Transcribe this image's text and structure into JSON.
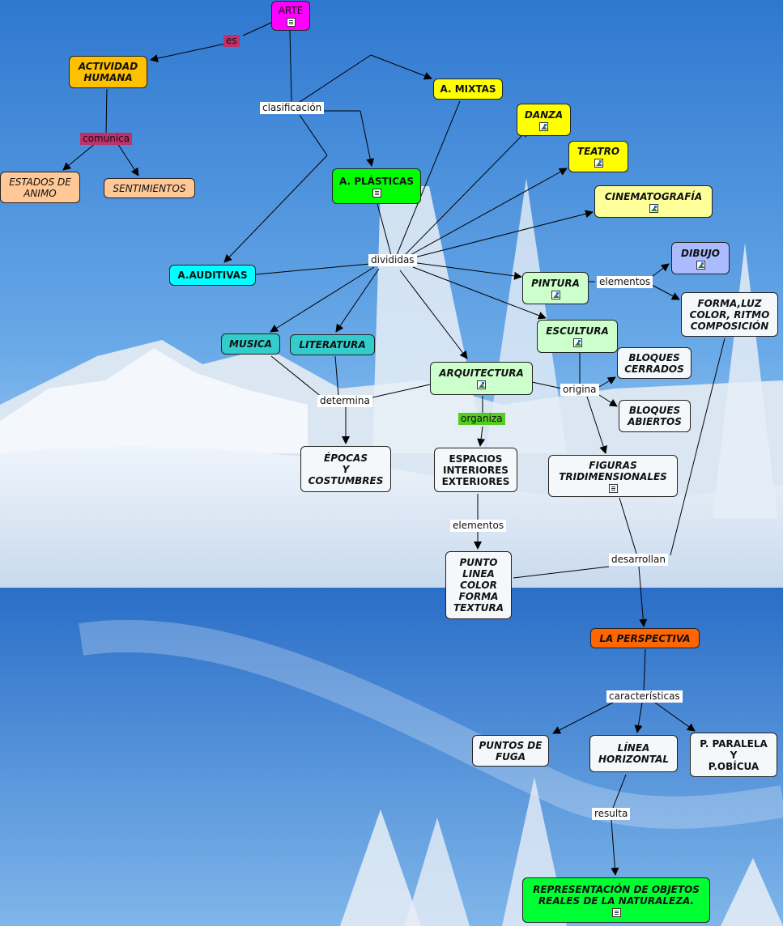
{
  "nodes": {
    "arte": "ARTE",
    "actividad": "ACTIVIDAD\nHUMANA",
    "estados": "ESTADOS DE\nANIMO",
    "sentimientos": "SENTIMIENTOS",
    "mixtas": "A. MIXTAS",
    "danza": "DANZA",
    "teatro": "TEATRO",
    "plasticas": "A. PLÁSTICAS",
    "cinematografia": "CINEMATOGRAFÍA",
    "auditivas": "A.AUDITIVAS",
    "dibujo": "DIBUJO",
    "pintura": "PINTURA",
    "forma_luz": "FORMA,LUZ\nCOLOR, RITMO\nCOMPOSICIÓN",
    "escultura": "ESCULTURA",
    "musica": "MUSICA",
    "literatura": "LITERATURA",
    "arquitectura": "ARQUITECTURA",
    "bloques_cerrados": "BLOQUES\nCERRADOS",
    "bloques_abiertos": "BLOQUES\nABIERTOS",
    "epocas": "ÉPOCAS\nY\nCOSTUMBRES",
    "espacios": "ESPACIOS\nINTERIORES\nEXTERIORES",
    "figuras": "FIGURAS\nTRIDIMENSIONALES",
    "punto": "PUNTO\nLINEA\nCOLOR\nFORMA\nTEXTURA",
    "perspectiva": "LA PERSPECTIVA",
    "puntos_fuga": "PUNTOS DE\nFUGA",
    "linea_horizontal": "LÍNEA\nHORIZONTAL",
    "paralela": "P. PARALELA\nY\nP.OBÍCUA",
    "representacion": "REPRESENTACIÓN DE OBJETOS\nREALES DE LA NATURALEZA."
  },
  "labels": {
    "es": "es",
    "comunica": "comunica",
    "clasificacion": "clasificación",
    "divididas": "divididas",
    "elementos_1": "elementos",
    "determina": "determina",
    "origina": "origina",
    "organiza": "organiza",
    "elementos_2": "elementos",
    "desarrollan": "desarrollan",
    "caracteristicas": "características",
    "resulta": "resulta"
  },
  "colors": {
    "magenta": "#ff00ff",
    "orange": "#ffc000",
    "peach": "#ffc896",
    "yellow": "#ffff00",
    "light_yellow": "#ffff99",
    "green": "#00ff00",
    "cyan": "#00ffff",
    "teal": "#33cccc",
    "light_green": "#ccffcc",
    "lavender": "#aabbff",
    "white": "#f5f8fa",
    "dark_orange": "#ff6600",
    "bright_green": "#00ff33"
  }
}
